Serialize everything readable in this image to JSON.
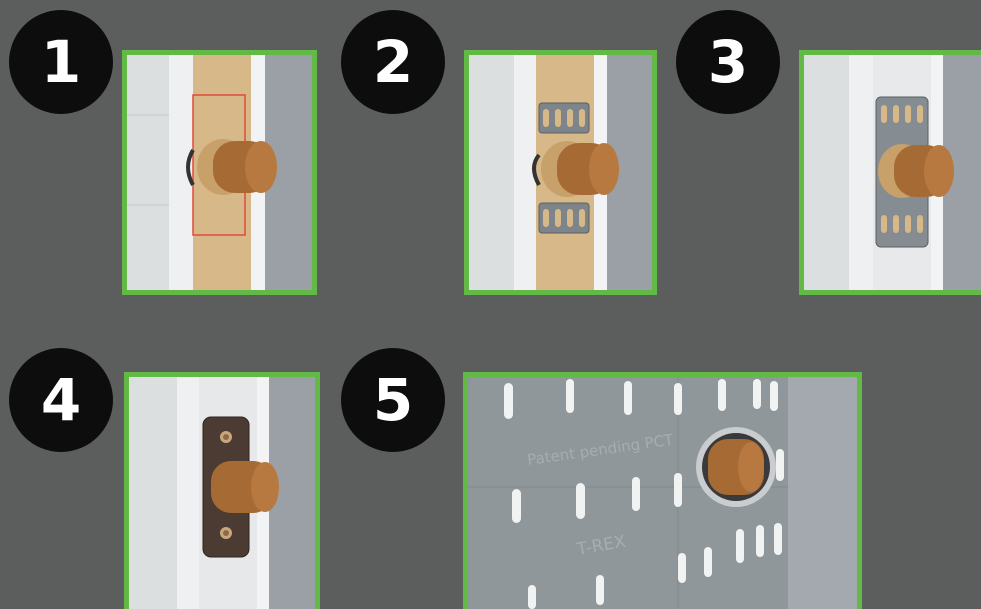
{
  "steps": [
    {
      "number": "1"
    },
    {
      "number": "2"
    },
    {
      "number": "3"
    },
    {
      "number": "4"
    },
    {
      "number": "5"
    }
  ],
  "plate": {
    "text_patent": "Patent pending PCT",
    "text_brand": "T-REX"
  },
  "colors": {
    "background": "#5c5e5d",
    "badge": "#0d0d0d",
    "frame": "#62b946",
    "wood": "#d7b889",
    "knob": "#a66a34",
    "plate": "#8f979a"
  }
}
